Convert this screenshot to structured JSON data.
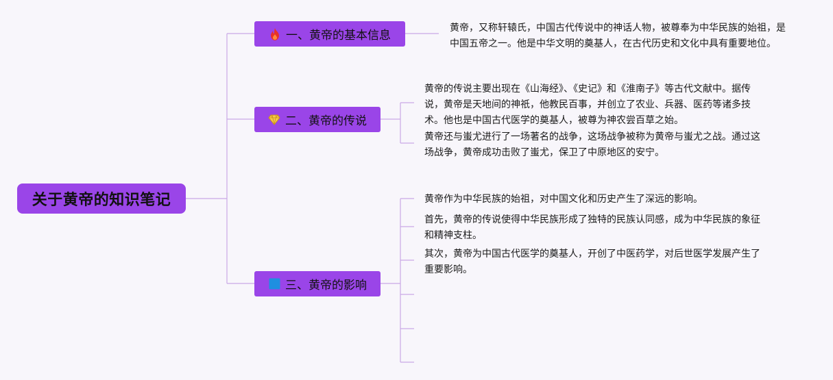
{
  "root": {
    "title": "关于黄帝的知识笔记"
  },
  "branches": [
    {
      "label": "一、黄帝的基本信息",
      "icon": "fire-icon",
      "icon_color": "#e8322a",
      "notes": [
        "黄帝，又称轩辕氏，中国古代传说中的神话人物，被尊奉为中华民族的始祖，是中国五帝之一。他是中华文明的奠基人，在古代历史和文化中具有重要地位。"
      ]
    },
    {
      "label": "二、黄帝的传说",
      "icon": "diamond-icon",
      "icon_color": "#f0b429",
      "notes": [
        "黄帝的传说主要出现在《山海经》、《史记》和《淮南子》等古代文献中。据传说，黄帝是天地间的神祇，他教民百事，并创立了农业、兵器、医药等诸多技术。他也是中国古代医学的奠基人，被尊为神农尝百草之始。",
        "黄帝还与蚩尤进行了一场著名的战争，这场战争被称为黄帝与蚩尤之战。通过这场战争，黄帝成功击败了蚩尤，保卫了中原地区的安宁。"
      ]
    },
    {
      "label": "三、黄帝的影响",
      "icon": "blue-square-icon",
      "icon_color": "#1f8fe0",
      "notes": [
        "黄帝作为中华民族的始祖，对中国文化和历史产生了深远的影响。",
        "首先，黄帝的传说使得中华民族形成了独特的民族认同感，成为中华民族的象征和精神支柱。",
        "其次，黄帝为中国古代医学的奠基人，开创了中医药学，对后世医学发展产生了重要影响。"
      ]
    }
  ],
  "colors": {
    "node_fill": "#9a45e8",
    "connector": "#c9a8e6",
    "background": "#f8f6fb"
  }
}
